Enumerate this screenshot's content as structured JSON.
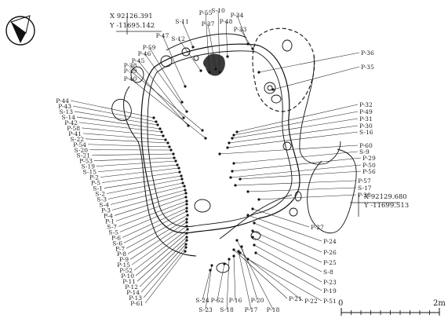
{
  "coordinates": {
    "top": {
      "x": "X  92126.391",
      "y": "Y -11695.142"
    },
    "right": {
      "x": "X  92129.680",
      "y": "Y -11699.513"
    }
  },
  "scale": {
    "start": "0",
    "end": "2m"
  },
  "labels": {
    "top": [
      "S-11",
      "P-55",
      "S-10",
      "P-34",
      "P-37",
      "P-48",
      "P-33",
      "S-12",
      "P-47",
      "P-59",
      "P-46",
      "P-45",
      "P-38",
      "P-39",
      "P-40"
    ],
    "left": [
      "P-44",
      "P-43",
      "S-13",
      "S-14",
      "P-42",
      "P-58",
      "P-41",
      "S-22",
      "P-54",
      "S-20",
      "S-21",
      "P-53",
      "S-19",
      "S-15",
      "P-2",
      "P-5",
      "S-1",
      "S-2",
      "S-3",
      "S-4",
      "P-3",
      "P-4",
      "P-1",
      "S-7",
      "S-5",
      "P-6",
      "S-6",
      "P-7",
      "P-8",
      "P-9",
      "P-15",
      "P-52",
      "P-10",
      "P-11",
      "P-12",
      "P-14",
      "P-13",
      "P-61"
    ],
    "right": [
      "P-36",
      "P-35",
      "P-32",
      "P-49",
      "P-31",
      "P-30",
      "S-16",
      "P-60",
      "S-9",
      "P-29",
      "P-50",
      "P-56",
      "P-57",
      "S-17",
      "P-28",
      "P-27",
      "P-24",
      "P-26",
      "P-25",
      "S-8",
      "P-23",
      "P-19",
      "P-51",
      "P-22",
      "P-21"
    ],
    "bottom": [
      "S-24",
      "S-23",
      "P-62",
      "S-18",
      "P-16",
      "P-17",
      "P-20",
      "P-18"
    ]
  }
}
